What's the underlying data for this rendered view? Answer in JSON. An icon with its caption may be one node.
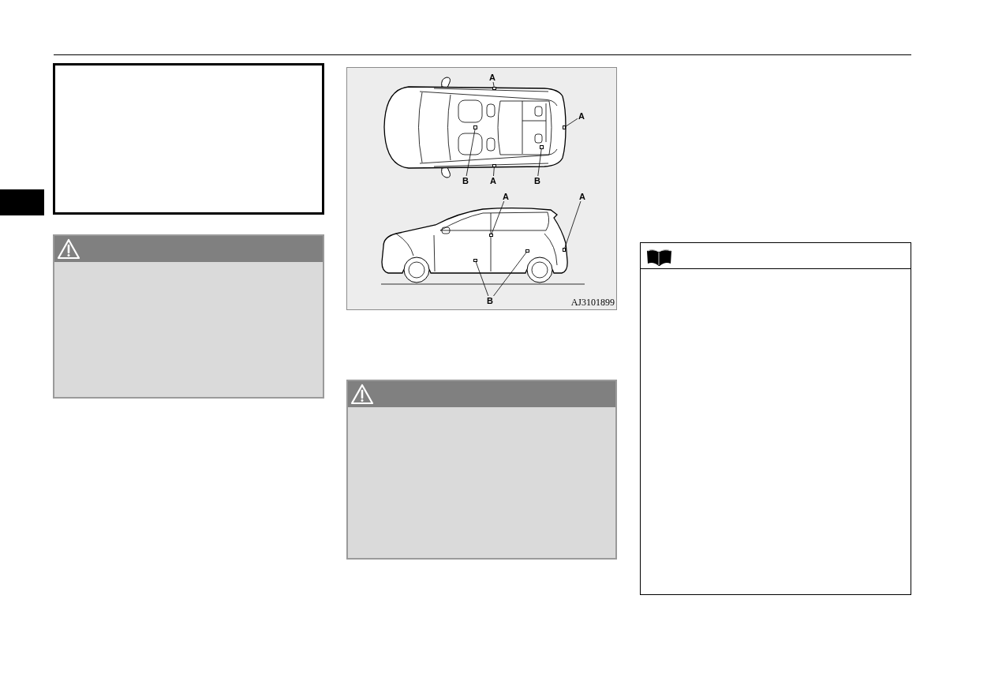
{
  "diagram": {
    "nodes": [
      {
        "text": [
          "A"
        ]
      },
      {
        "text": [
          "A"
        ]
      },
      {
        "text": [
          "B"
        ]
      },
      {
        "text": [
          "A"
        ]
      },
      {
        "text": [
          "B"
        ]
      },
      {
        "text": [
          "A"
        ]
      },
      {
        "text": [
          "A"
        ]
      },
      {
        "text": [
          "B"
        ]
      },
      {
        "text": [],
        "shape": "box"
      },
      {
        "text": [],
        "shape": "box"
      },
      {
        "text": [],
        "shape": "box"
      },
      {
        "text": [],
        "shape": "box"
      },
      {
        "text": [],
        "shape": "box"
      },
      {
        "text": [],
        "shape": "box"
      },
      {
        "text": [],
        "shape": "box"
      },
      {
        "text": [],
        "shape": "box"
      },
      {
        "text": [],
        "shape": "box"
      }
    ],
    "edges": [
      {
        "from": 0,
        "to": 8,
        "arrow": "none"
      },
      {
        "from": 1,
        "to": 9,
        "arrow": "none"
      },
      {
        "from": 2,
        "to": 10,
        "arrow": "none"
      },
      {
        "from": 3,
        "to": 11,
        "arrow": "none"
      },
      {
        "from": 4,
        "to": 12,
        "arrow": "none"
      },
      {
        "from": 5,
        "to": 13,
        "arrow": "none"
      },
      {
        "from": 6,
        "to": 14,
        "arrow": "none"
      },
      {
        "from": 7,
        "to": 15,
        "arrow": "none"
      },
      {
        "from": 7,
        "to": 16,
        "arrow": "none"
      }
    ],
    "labels": [
      "AJ3101899"
    ]
  }
}
